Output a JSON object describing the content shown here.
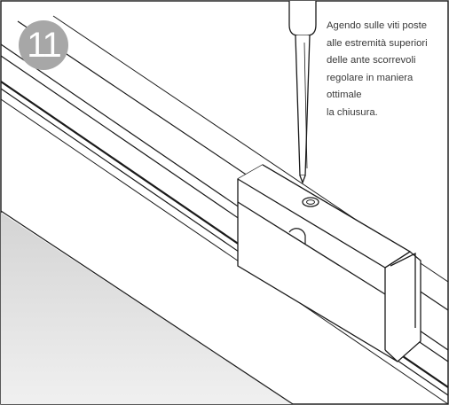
{
  "step": {
    "number": "11"
  },
  "instruction": {
    "lines": [
      "Agendo sulle viti poste",
      "alle estremità superiori",
      "delle ante scorrevoli",
      "regolare in maniera",
      "ottimale",
      "la chiusura."
    ]
  },
  "icons": {
    "tool": "screwdriver-icon"
  },
  "colors": {
    "badge": "#a7a7a7",
    "glass": "#d9d9d9",
    "line": "#1a1a1a"
  }
}
